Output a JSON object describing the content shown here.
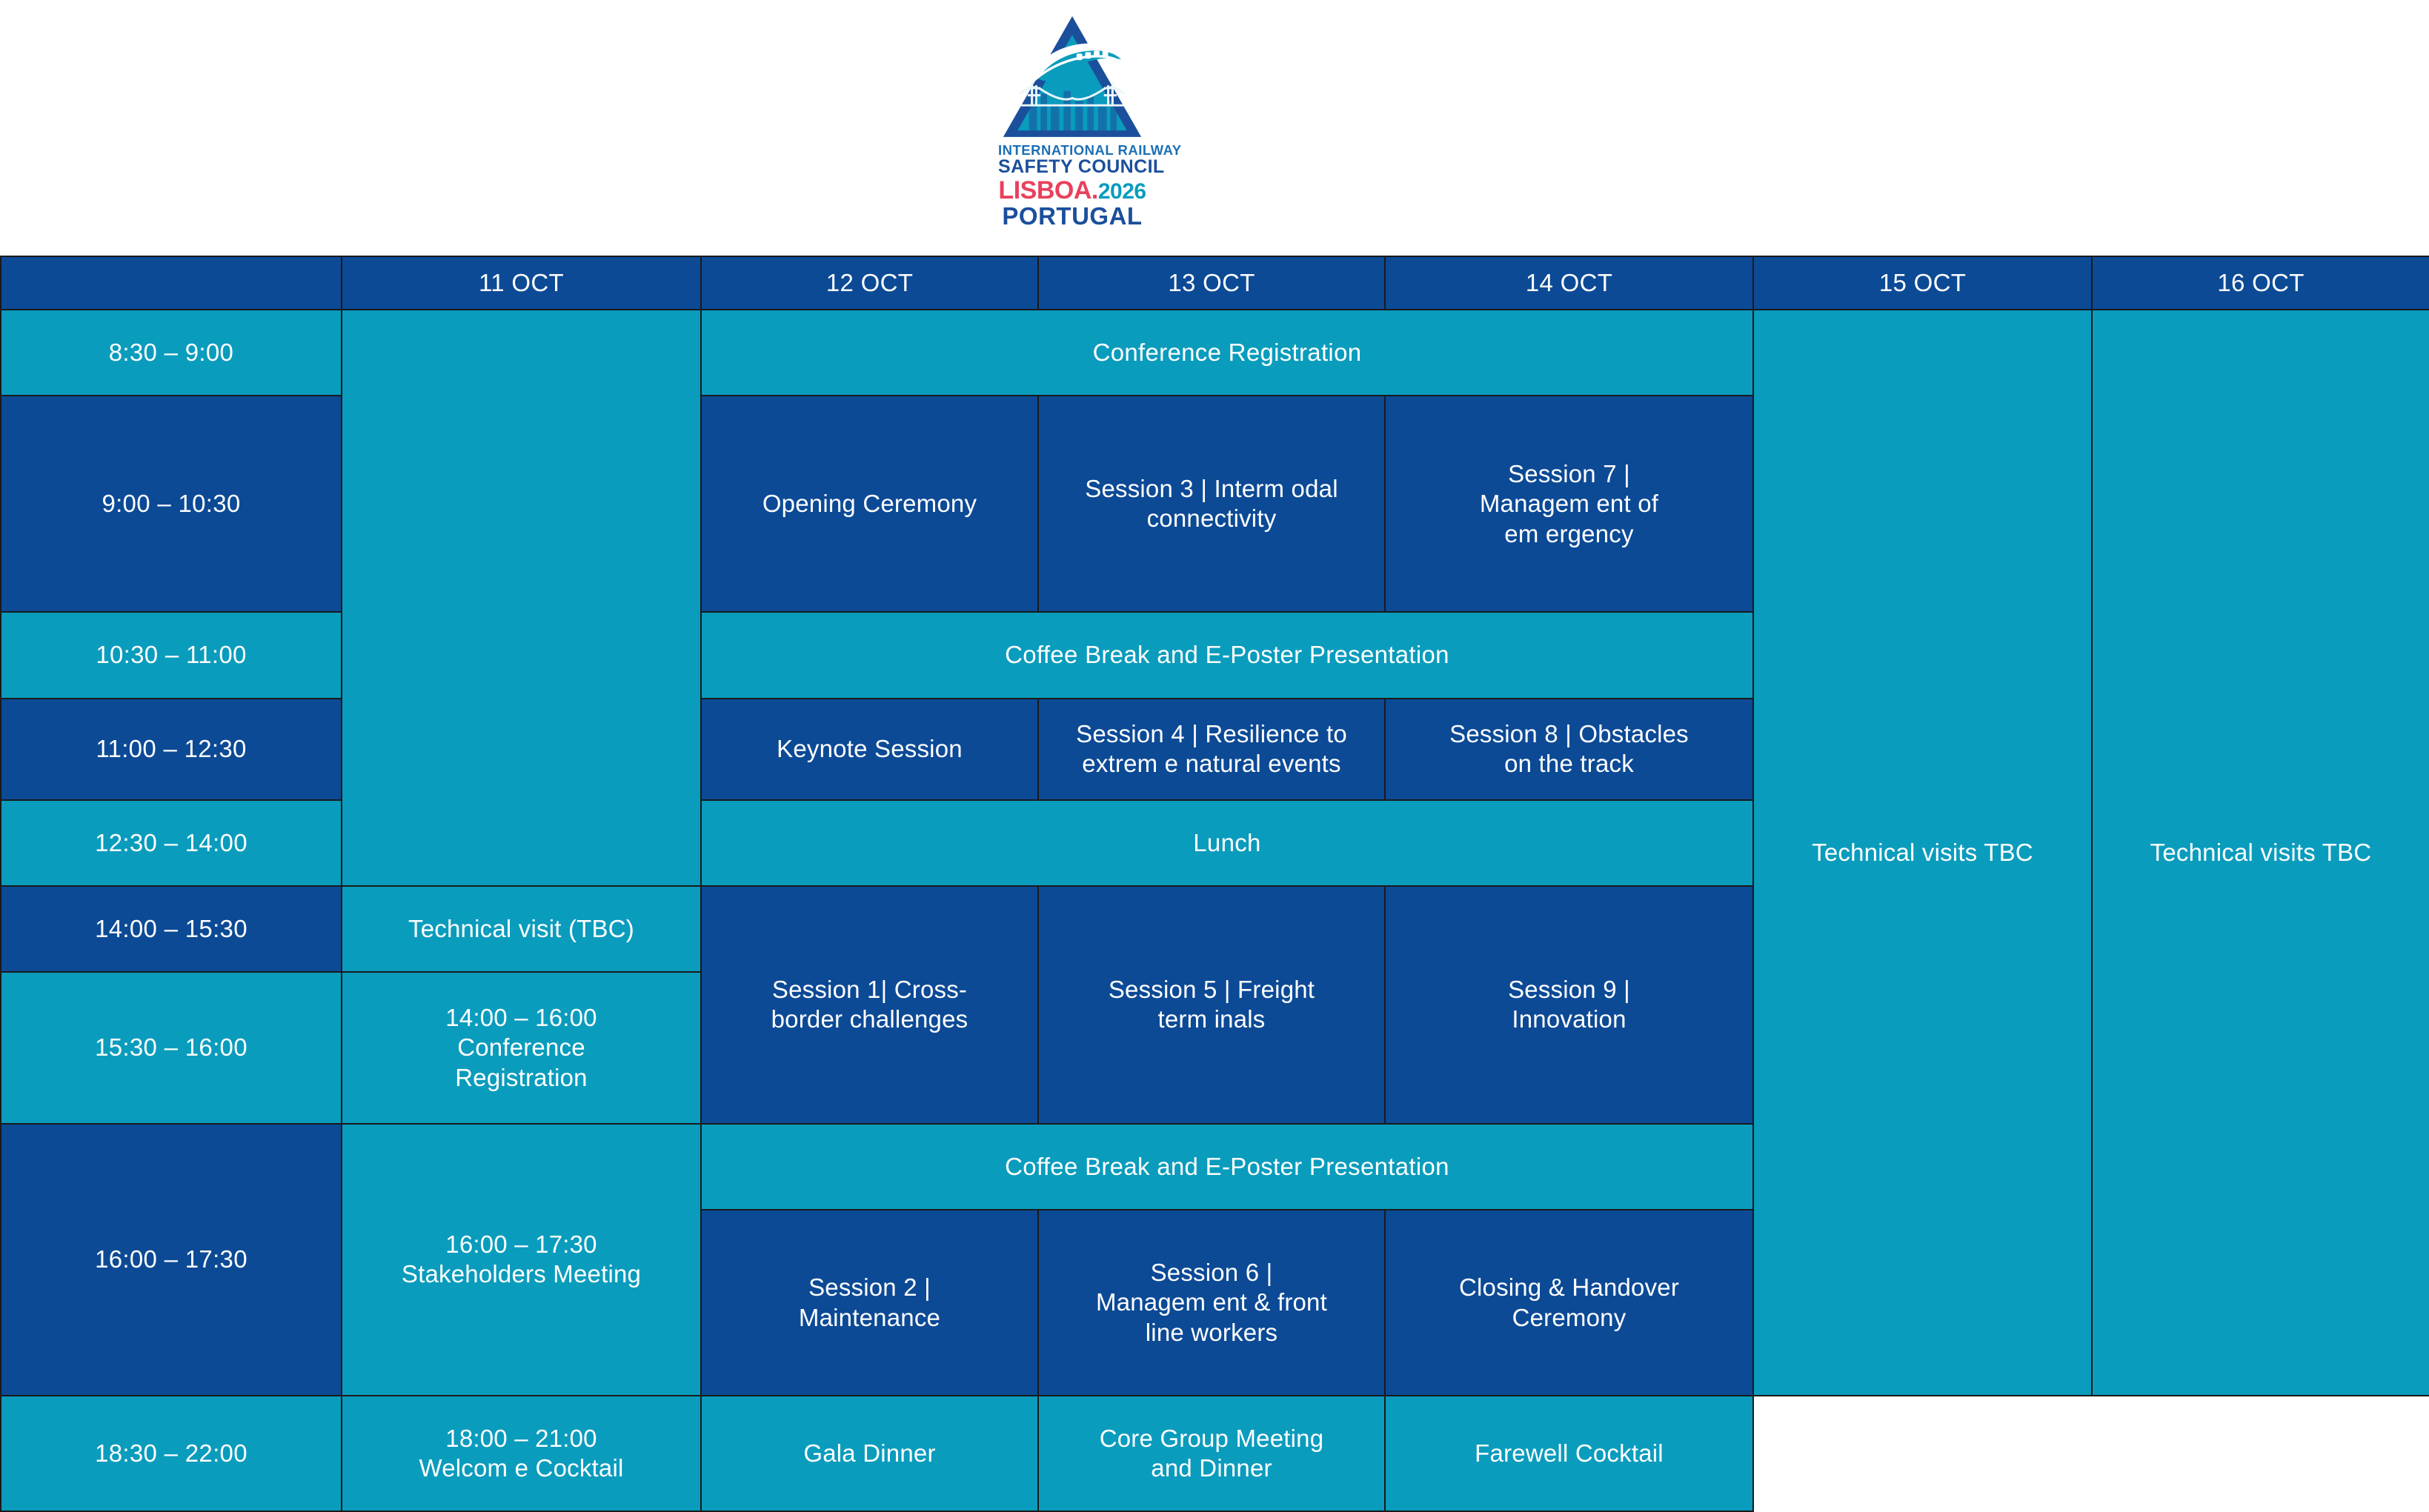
{
  "logo": {
    "line1": "INTERNATIONAL RAILWAY",
    "line2": "SAFETY COUNCIL",
    "lisboa": "LISBOA.",
    "year": "2026",
    "country": "PORTUGAL",
    "colors": {
      "triangle_outer": "#1b4f9c",
      "triangle_inner": "#0a9cbd",
      "lisboa_red": "#e8415c",
      "year_teal": "#0a9cbd",
      "portugal_blue": "#1b4f9c"
    }
  },
  "theme": {
    "blue": "#0c4a96",
    "teal": "#0a9cbd",
    "border": "#1a1a1a",
    "text": "#ffffff"
  },
  "header": {
    "corner": "",
    "days": [
      "11 OCT",
      "12 OCT",
      "13 OCT",
      "14 OCT",
      "15 OCT",
      "16 OCT"
    ]
  },
  "times": [
    "8:30 – 9:00",
    "9:00  – 10:30",
    "10:30 – 11:00",
    "11:00 – 12:30",
    "12:30 – 14:00",
    "14:00 – 15:30",
    "15:30 – 16:00",
    "16:00 – 17:30",
    "18:30 – 22:00"
  ],
  "day11": {
    "morning_block": "",
    "r6": "Technical visit (TBC)",
    "r7_line1": "14:00  – 16:00",
    "r7_line2": "Conference",
    "r7_line3": "Registration",
    "r9_line1": "16:00 – 17:30",
    "r9_line2": "Stakeholders Meeting",
    "r10_line1": "18:00 – 21:00",
    "r10_line2": "Welcom e Cocktail"
  },
  "spans": {
    "conference_registration": "Conference Registration",
    "coffee_break_am": "Coffee Break and E-Poster Presentation",
    "lunch": "Lunch",
    "coffee_break_pm": "Coffee Break and E-Poster Presentation"
  },
  "day12": {
    "r2": "Opening Ceremony",
    "r4": "Keynote Session",
    "r6_line1": "Session  1| Cross-",
    "r6_line2": "border challenges",
    "r9_line1": "Session 2 |",
    "r9_line2": "Maintenance",
    "r10": "Gala Dinner"
  },
  "day13": {
    "r2_line1": "Session 3 | Interm odal",
    "r2_line2": "connectivity",
    "r4_line1": "Session 4 | Resilience to",
    "r4_line2": "extrem e natural events",
    "r6_line1": "Session 5 | Freight",
    "r6_line2": "term inals",
    "r9_line1": "Session 6 |",
    "r9_line2": "Managem ent & front",
    "r9_line3": "line workers",
    "r10_line1": "Core Group Meeting",
    "r10_line2": "and Dinner"
  },
  "day14": {
    "r2_line1": "Session 7 |",
    "r2_line2": "Managem ent of",
    "r2_line3": "em ergency",
    "r4_line1": "Session 8 | Obstacles",
    "r4_line2": "on the track",
    "r6_line1": "Session 9 |",
    "r6_line2": "Innovation",
    "r9_line1": "Closing & Handover",
    "r9_line2": "Ceremony",
    "r10": "Farewell Cocktail"
  },
  "day15": {
    "all": "Technical visits TBC"
  },
  "day16": {
    "all": "Technical visits TBC"
  }
}
